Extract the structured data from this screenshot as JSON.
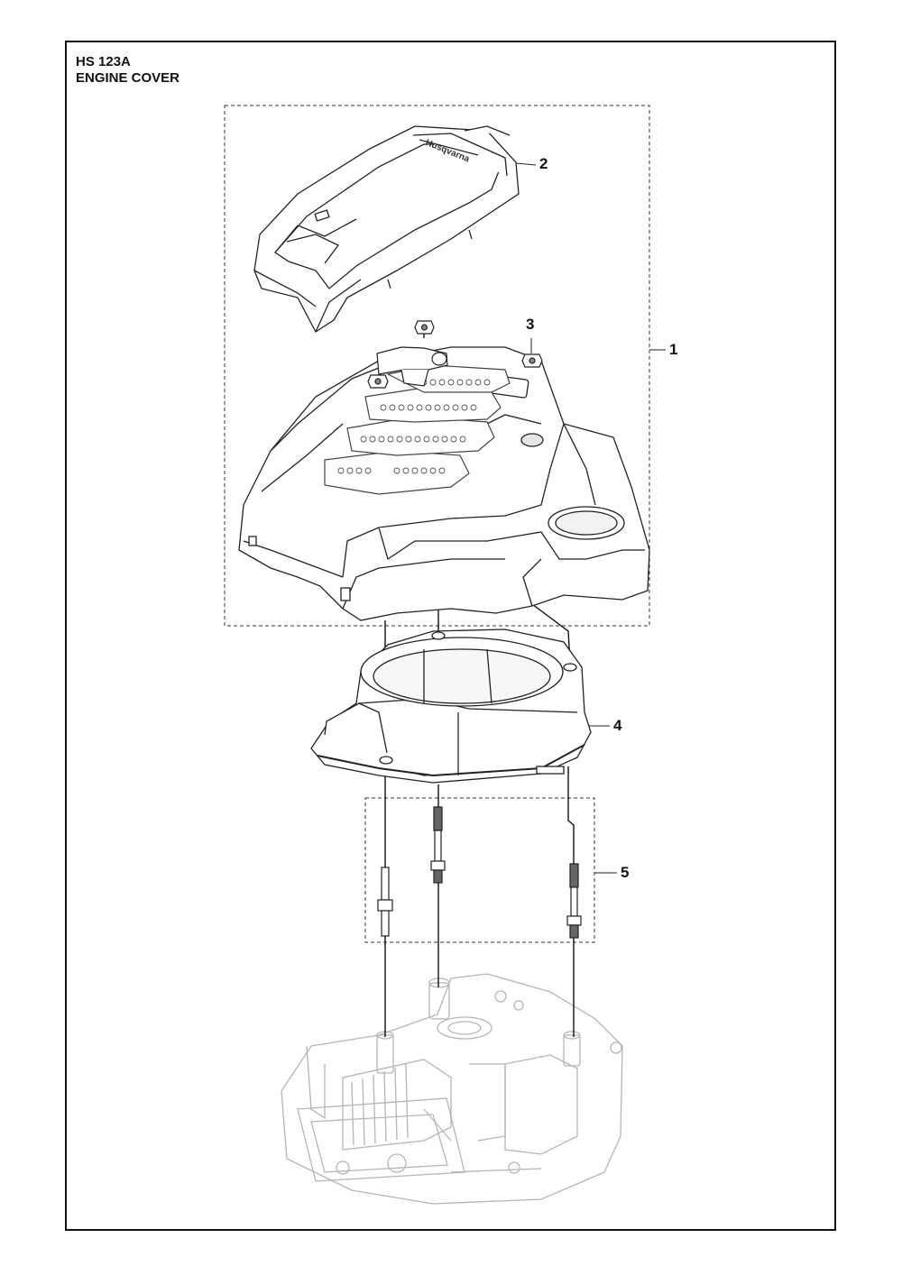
{
  "header": {
    "model": "HS 123A",
    "section": "ENGINE COVER"
  },
  "callouts": [
    {
      "number": "1",
      "part": "engine-cover-assembly"
    },
    {
      "number": "2",
      "part": "top-cover"
    },
    {
      "number": "3",
      "part": "nut"
    },
    {
      "number": "4",
      "part": "fan-housing"
    },
    {
      "number": "5",
      "part": "stud-bolt-kit"
    }
  ],
  "brand_mark": "Husqvarna",
  "colors": {
    "line": "#222222",
    "engine_ghost": "#b5b5b5",
    "grille": "#444444"
  }
}
